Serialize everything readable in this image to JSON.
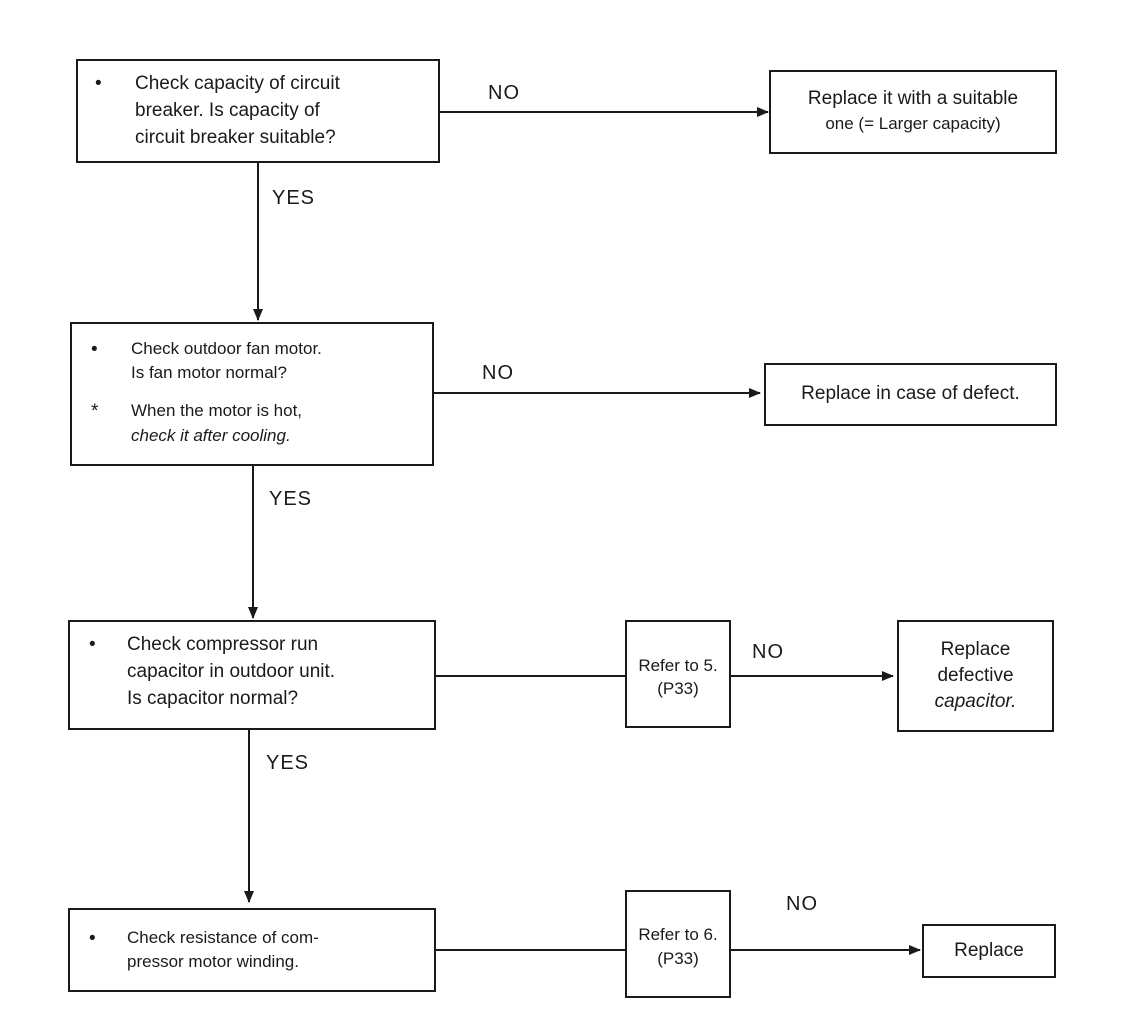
{
  "check1": {
    "bullet": "•",
    "lines": [
      "Check capacity of circuit",
      "breaker. Is capacity of",
      "circuit breaker suitable?"
    ]
  },
  "action1": {
    "lines": [
      "Replace it with a suitable",
      "one (= Larger capacity)"
    ]
  },
  "check2": {
    "bullet1": "•",
    "lines1": [
      "Check outdoor fan motor.",
      "Is fan motor normal?"
    ],
    "bullet2": "*",
    "lines2": [
      "When the motor is hot,",
      "check it after cooling."
    ]
  },
  "action2": {
    "text": "Replace in case of defect."
  },
  "check3": {
    "bullet": "•",
    "lines": [
      "Check compressor run",
      "capacitor in outdoor unit.",
      "Is capacitor normal?"
    ]
  },
  "ref3": {
    "lines": [
      "Refer to 5.",
      "(P33)"
    ]
  },
  "action3": {
    "lines": [
      "Replace",
      "defective",
      "capacitor."
    ]
  },
  "check4": {
    "bullet": "•",
    "lines": [
      "Check resistance of com-",
      "pressor motor winding."
    ]
  },
  "ref4": {
    "lines": [
      "Refer to 6.",
      "(P33)"
    ]
  },
  "action4": {
    "text": "Replace"
  },
  "labels": {
    "no1": "NO",
    "yes1": "YES",
    "no2": "NO",
    "yes2": "YES",
    "no3": "NO",
    "yes3": "YES",
    "no4": "NO"
  }
}
